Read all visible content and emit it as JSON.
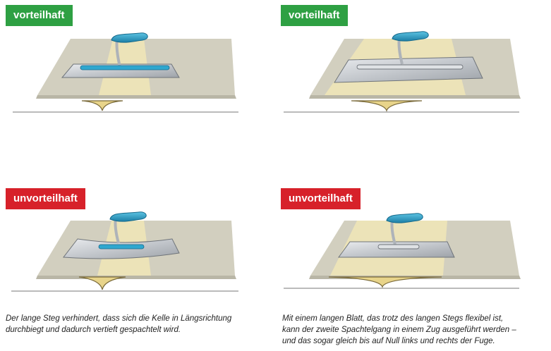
{
  "panels": {
    "top_left": {
      "badge": "vorteilhaft"
    },
    "top_right": {
      "badge": "vorteilhaft"
    },
    "bottom_left": {
      "badge": "unvorteilhaft"
    },
    "bottom_right": {
      "badge": "unvorteilhaft"
    }
  },
  "captions": {
    "left": [
      "Der lange Steg verhindert, dass sich die Kelle in Längsrichtung",
      "durchbiegt und dadurch vertieft gespachtelt wird."
    ],
    "right": [
      "Mit einem langen Blatt, das trotz des langen Stegs flexibel ist,",
      "kann der zweite Spachtelgang in einem Zug ausgeführt werden –",
      "und das sogar gleich bis auf Null links und rechts der Fuge."
    ]
  },
  "colors": {
    "good_badge": "#2ea043",
    "bad_badge": "#d7212a",
    "board": "#d2cfbf",
    "filler": "#ece3b8",
    "blade": "#c9ccd1",
    "handle": "#2fa7cf"
  }
}
